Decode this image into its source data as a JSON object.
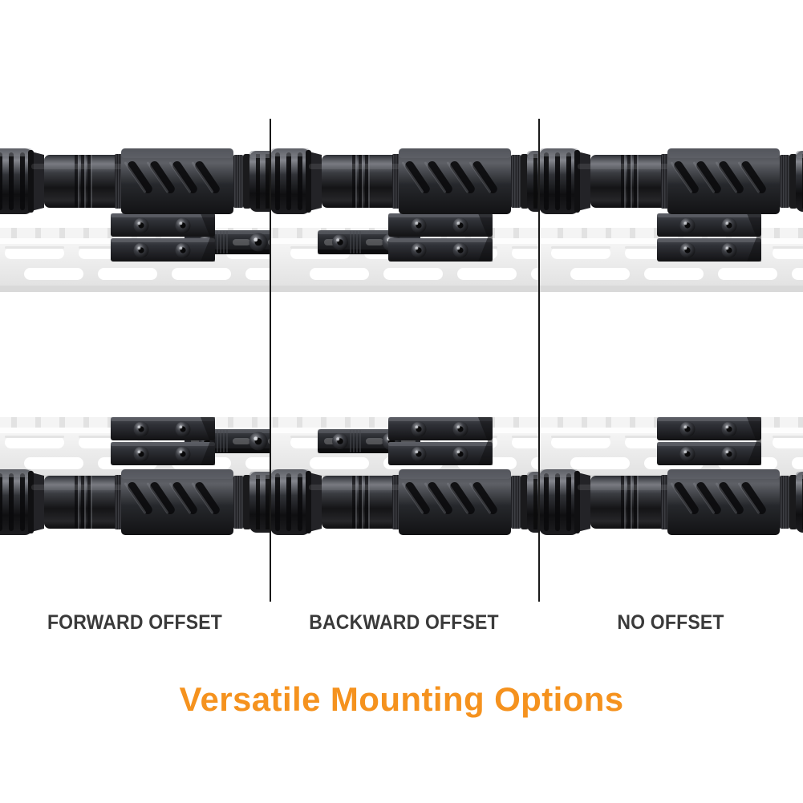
{
  "headline": {
    "text": "Versatile Mounting Options",
    "color": "#F5921E"
  },
  "colors": {
    "background": "#ffffff",
    "accent_orange": "#F5921E",
    "caption_text": "#3a3a3a",
    "divider_line": "#1a1a1a",
    "product_black": "#1b1b1d",
    "product_highlight": "#6e7076",
    "rifle_ghost": "#ececec",
    "rifle_ghost_shadow": "#dedede"
  },
  "layout": {
    "columns": 3,
    "rows": 2,
    "divider_count": 2,
    "row_top_label": "flashlight above rail",
    "row_bottom_label": "flashlight below rail"
  },
  "columns": [
    {
      "id": "forward-offset",
      "caption": "FORWARD OFFSET",
      "offset_direction": "right",
      "has_offset_arm": true,
      "arm_screws": 2
    },
    {
      "id": "backward-offset",
      "caption": "BACKWARD OFFSET",
      "offset_direction": "left",
      "has_offset_arm": true,
      "arm_screws": 2
    },
    {
      "id": "no-offset",
      "caption": "NO OFFSET",
      "offset_direction": "none",
      "has_offset_arm": false,
      "arm_screws": 0
    }
  ],
  "product": {
    "name": "tactical-flashlight-with-offset-ring-mount",
    "parts": [
      "crenellated-strike-bezel",
      "ribbed-light-body",
      "diagonal-slot-ring-mount",
      "four-hex-clamp-screws",
      "knurled-tailcap",
      "picatinny-offset-rail-arm"
    ],
    "mount_screw_count": 4,
    "ring_slot_count": 4
  },
  "rifle": {
    "name": "ghosted-ar-handguard",
    "features": [
      "m-lok-oval-slots",
      "picatinny-top-rail",
      "barrel-nut"
    ]
  }
}
